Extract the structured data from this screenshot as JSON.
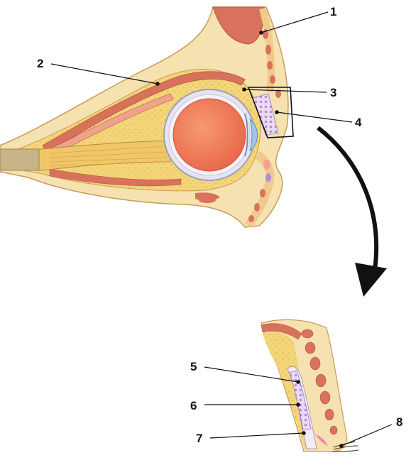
{
  "labels": {
    "n1": "1",
    "n2": "2",
    "n3": "3",
    "n4": "4",
    "n5": "5",
    "n6": "6",
    "n7": "7",
    "n8": "8"
  },
  "colors": {
    "fat": "#f3d57a",
    "fat_dot": "#e4b94f",
    "skin_outer": "#f6e2b0",
    "skin_line": "#c89a5a",
    "muscle": "#d9725c",
    "muscle_light": "#efa38c",
    "eyeball": "#f07a58",
    "sclera": "#e8e4ef",
    "gland": "#b98ad6",
    "gland_bg": "#eadcf3",
    "nerve": "#c9b48a",
    "arrow": "#111111",
    "leader": "#111111"
  }
}
